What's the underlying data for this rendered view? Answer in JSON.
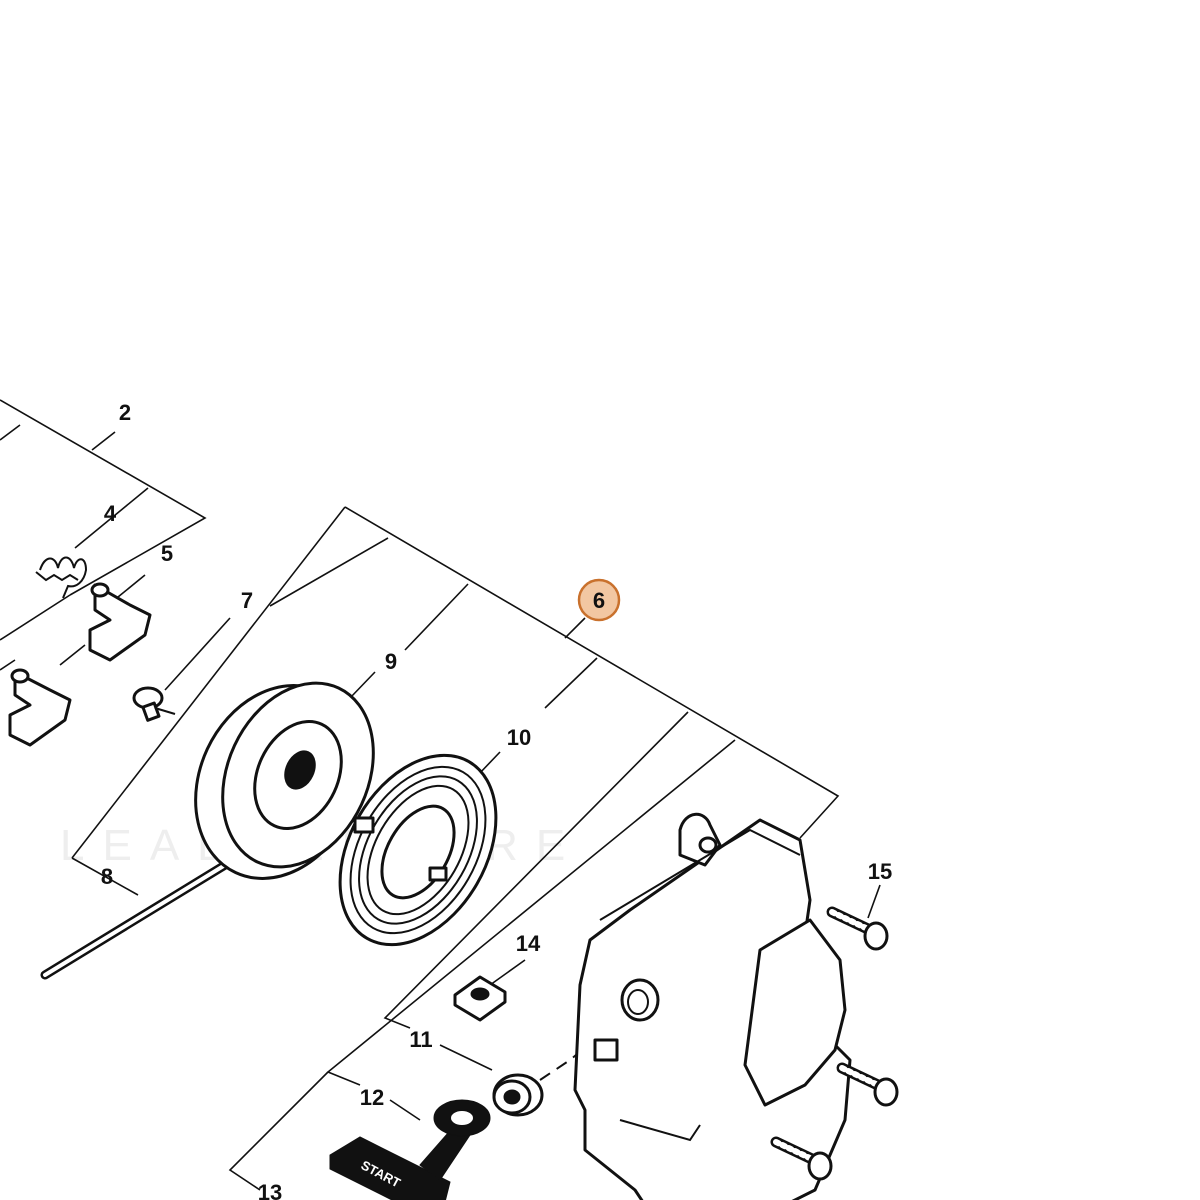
{
  "watermark": "LEADVENTURE",
  "highlight": {
    "number": "6",
    "fill": "#f2c7a2",
    "stroke": "#c9712d"
  },
  "callouts": [
    {
      "id": "2",
      "label": "2"
    },
    {
      "id": "4",
      "label": "4"
    },
    {
      "id": "5",
      "label": "5"
    },
    {
      "id": "6",
      "label": "6"
    },
    {
      "id": "7",
      "label": "7"
    },
    {
      "id": "8",
      "label": "8"
    },
    {
      "id": "9",
      "label": "9"
    },
    {
      "id": "10",
      "label": "10"
    },
    {
      "id": "11",
      "label": "11"
    },
    {
      "id": "12",
      "label": "12"
    },
    {
      "id": "13",
      "label": "13"
    },
    {
      "id": "14",
      "label": "14"
    },
    {
      "id": "15",
      "label": "15"
    }
  ],
  "handle_text": "START"
}
